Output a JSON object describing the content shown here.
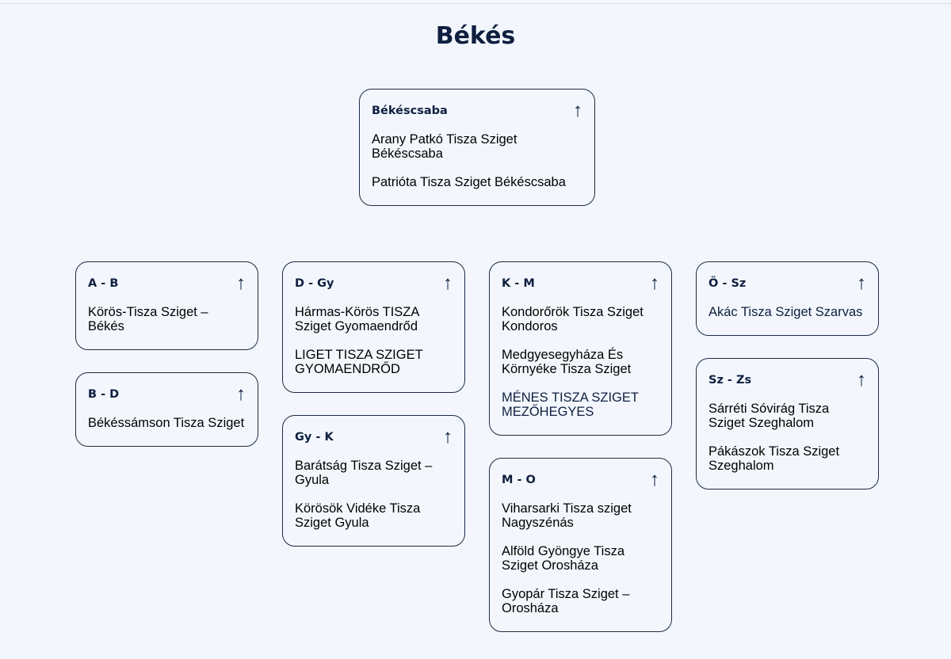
{
  "title": "Békés",
  "arrow": "↑",
  "top_card": {
    "header": "Békéscsaba",
    "items": [
      "Arany Patkó Tisza Sziget Békéscsaba",
      "Patrióta Tisza Sziget Békéscsaba"
    ]
  },
  "columns": [
    [
      {
        "header": "A - B",
        "items": [
          "Körös-Tisza Sziget – Békés"
        ]
      },
      {
        "header": "B - D",
        "items": [
          "Békéssámson Tisza Sziget"
        ]
      }
    ],
    [
      {
        "header": "D - Gy",
        "items": [
          "Hármas-Körös TISZA Sziget Gyomaendrőd",
          "LIGET TISZA SZIGET GYOMAENDRŐD"
        ]
      },
      {
        "header": "Gy - K",
        "items": [
          "Barátság Tisza Sziget – Gyula",
          "Körösök Vidéke Tisza Sziget Gyula"
        ]
      }
    ],
    [
      {
        "header": "K - M",
        "items": [
          "Kondorőrök Tisza Sziget Kondoros",
          "Medgyesegyháza És Környéke Tisza Sziget",
          "MÉNES TISZA SZIGET MEZŐHEGYES"
        ]
      },
      {
        "header": "M - O",
        "items": [
          "Viharsarki Tisza sziget Nagyszénás",
          "Alföld Gyöngye Tisza Sziget Orosháza",
          "Gyopár Tisza Sziget – Orosháza"
        ]
      }
    ],
    [
      {
        "header": "Ö - Sz",
        "items": [
          "Akác Tisza Sziget Szarvas"
        ]
      },
      {
        "header": "Sz - Zs",
        "items": [
          "Sárréti Sóvirág Tisza Sziget Szeghalom",
          "Pákászok Tisza Sziget Szeghalom"
        ]
      }
    ]
  ]
}
